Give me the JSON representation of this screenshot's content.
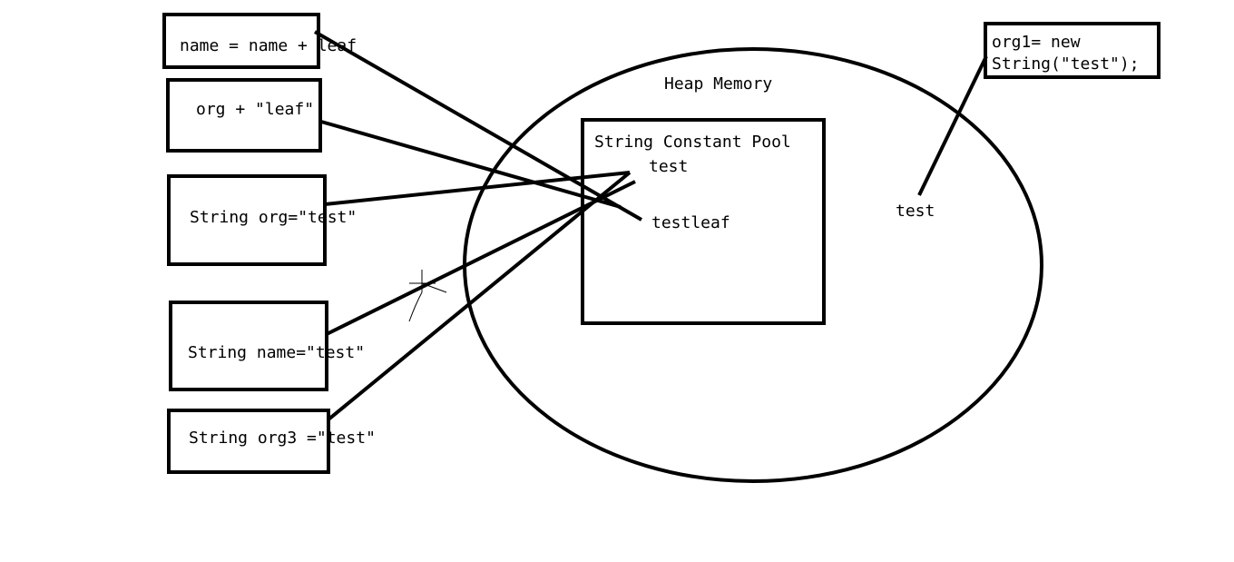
{
  "heap": {
    "title": "Heap Memory",
    "pool_title": "String Constant Pool",
    "pool_items": [
      "test",
      "testleaf"
    ],
    "heap_object": "test"
  },
  "code_boxes": [
    "name = name + leaf",
    "org + \"leaf\"",
    "String org=\"test\"",
    "String name=\"test\"",
    "String org3 =\"test\""
  ],
  "new_object_box": {
    "line1": "org1= new",
    "line2": "String(\"test\");"
  },
  "colors": {
    "stroke": "#000000",
    "background": "#ffffff"
  }
}
